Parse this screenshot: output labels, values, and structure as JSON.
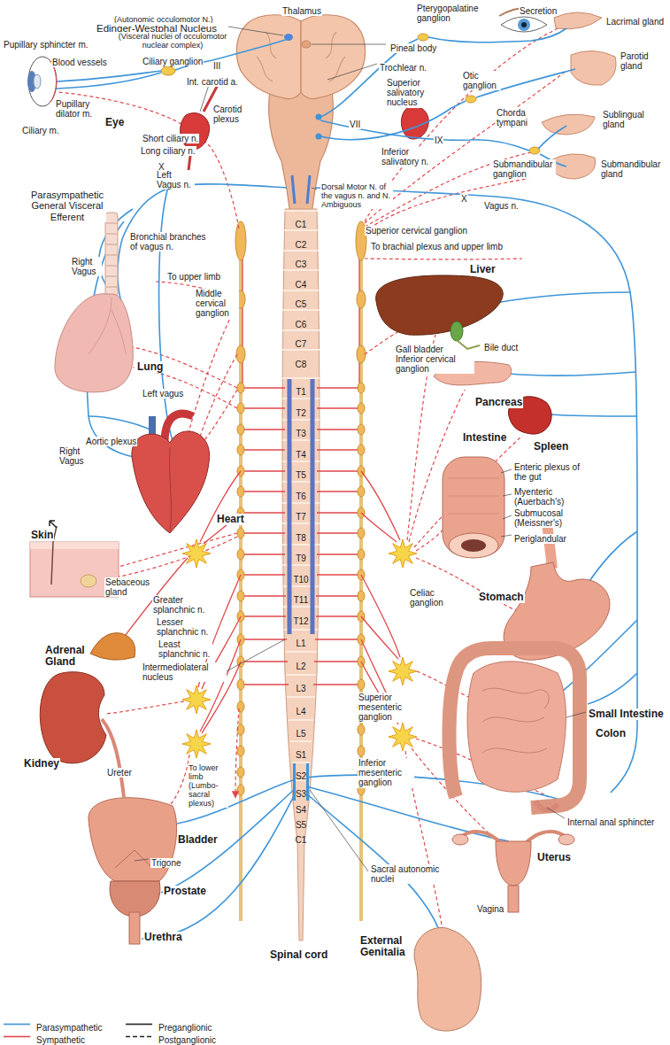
{
  "diagram": {
    "labels": [
      "Thalamus",
      "Secretion",
      "Lacrimal gland",
      "(Autonomic occulomotor N.)",
      "Pterygopalatine ganglion",
      "Edinger-Westphal Nucleus",
      "(Visceral nuclei of occulomotor nuclear complex)",
      "Pupillary sphincter m.",
      "Pineal body",
      "Parotid gland",
      "Blood vessels",
      "Ciliary ganglion",
      "III",
      "Trochlear n.",
      "Otic ganglion",
      "Int. carotid a.",
      "Superior salivatory nucleus",
      "Pupillary dilator m.",
      "Carotid plexus",
      "Sublingual gland",
      "Chorda tympani",
      "Eye",
      "VII",
      "Ciliary m.",
      "Short ciliary n.",
      "IX",
      "Long ciliary n.",
      "Inferior salivatory n.",
      "X",
      "Submandibular ganglion",
      "Submandibular gland",
      "Left Vagus n.",
      "Dorsal Motor N. of the vagus n. and N. Ambiguous",
      "X",
      "Parasympathetic General Visceral Efferent",
      "Vagus n.",
      "Superior cervical ganglion",
      "Bronchial branches of vagus n.",
      "To brachial plexus and upper limb",
      "Right Vagus",
      "Liver",
      "To upper limb",
      "Middle cervical ganglion",
      "Gall bladder",
      "Bile duct",
      "Inferior cervical ganglion",
      "Lung",
      "Left vagus",
      "Pancreas",
      "Intestine",
      "Aortic plexus",
      "Spleen",
      "Right Vagus",
      "Enteric plexus of the gut",
      "Myenteric (Auerbach's)",
      "Submucosal (Meissner's)",
      "Heart",
      "Skin",
      "Periglandular",
      "Sebaceous gland",
      "Celiac ganglion",
      "Stomach",
      "Greater splanchnic n.",
      "Lesser splanchnic n.",
      "Least splanchnic n.",
      "Adrenal Gland",
      "Intermediolateral nucleus",
      "Superior mesenteric ganglion",
      "Small Intestine",
      "Colon",
      "Kidney",
      "Inferior mesenteric ganglion",
      "To lower limb (Lumbo-sacral plexus)",
      "Ureter",
      "Internal anal sphincter",
      "Bladder",
      "Uterus",
      "Trigone",
      "Sacral autonomic nuclei",
      "Prostate",
      "Vagina",
      "Urethra",
      "External Genitalia",
      "Spinal cord",
      "C1",
      "C2",
      "C3",
      "C4",
      "C5",
      "C6",
      "C7",
      "C8",
      "T1",
      "T2",
      "T3",
      "T4",
      "T5",
      "T6",
      "T7",
      "T8",
      "T9",
      "T10",
      "T11",
      "T12",
      "L1",
      "L2",
      "L3",
      "L4",
      "L5",
      "S1",
      "S2",
      "S3",
      "S4",
      "S5",
      "C1"
    ],
    "legend": [
      {
        "text": "Parasympathetic"
      },
      {
        "text": "Sympathetic"
      },
      {
        "text": "Preganglionic"
      },
      {
        "text": "Postganglionic"
      }
    ]
  }
}
